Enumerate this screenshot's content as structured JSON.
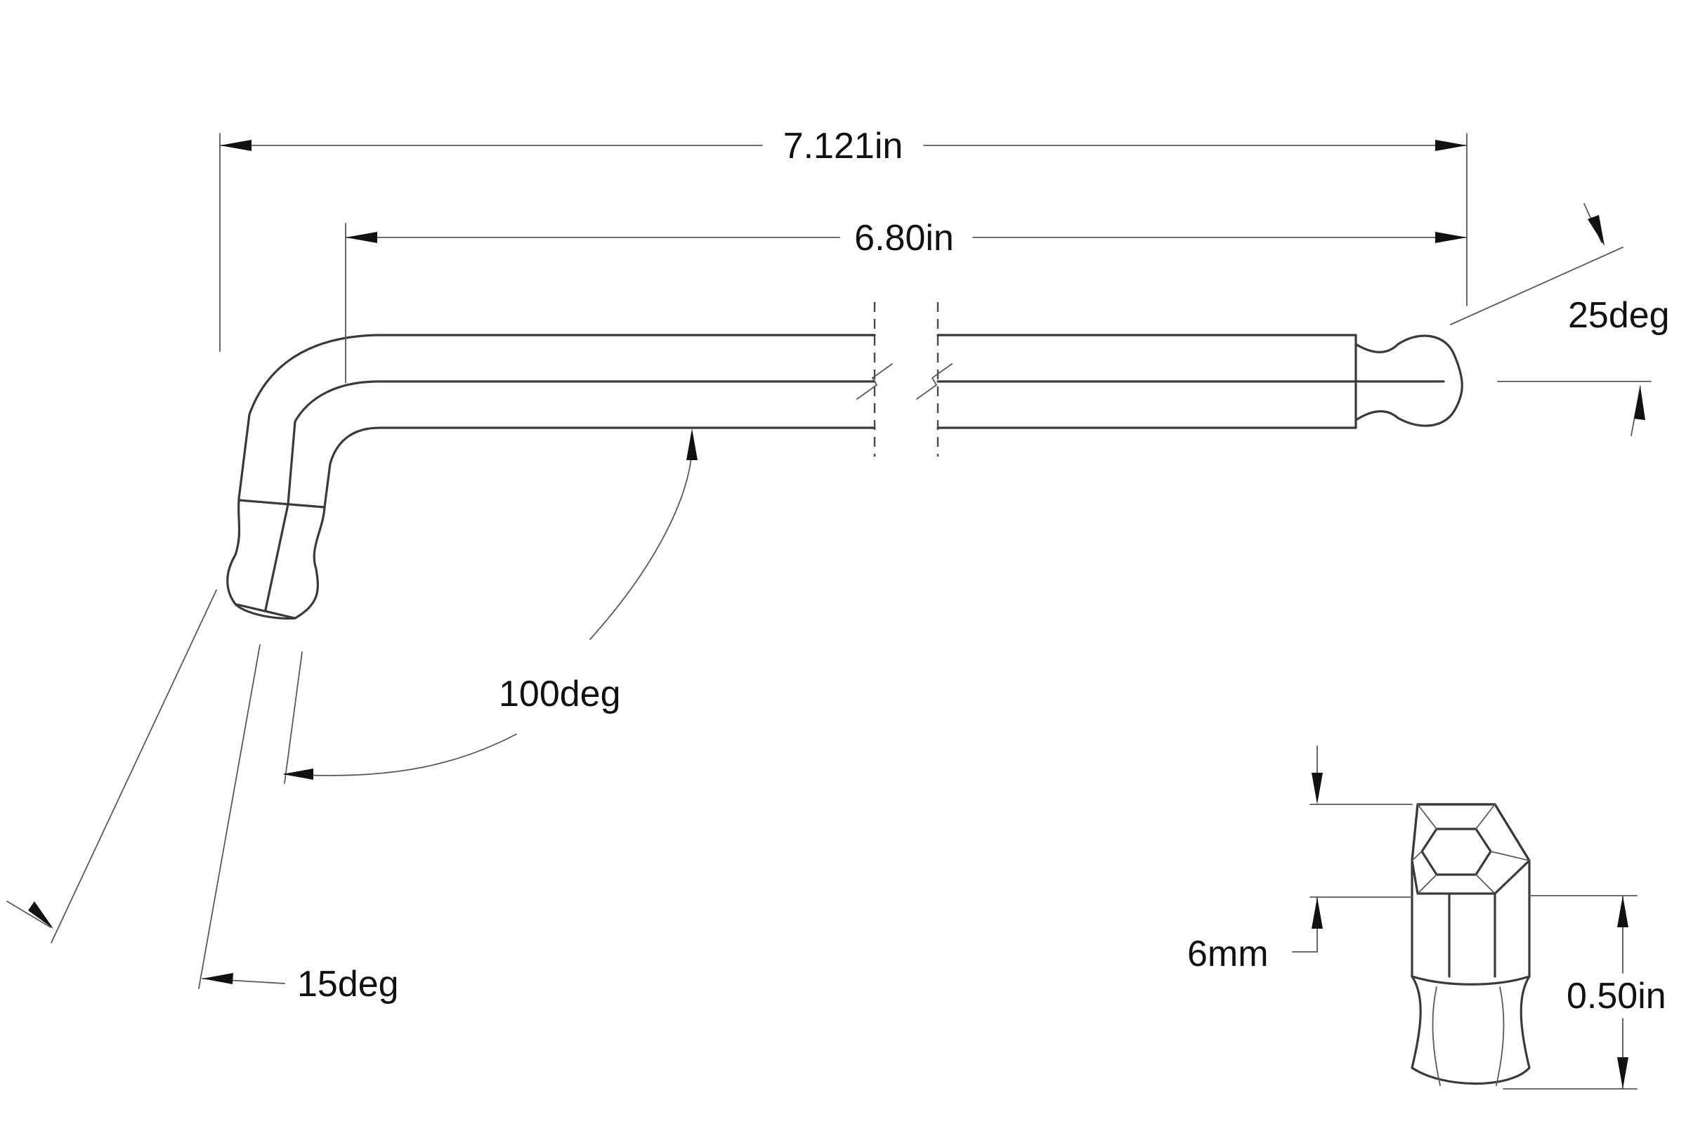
{
  "diagram": {
    "line_color": "#3a3a3a",
    "text_color": "#111111",
    "background": "#ffffff",
    "dimensions": {
      "overall_length": "7.121in",
      "long_arm_length": "6.80in",
      "ball_angle": "25deg",
      "bend_angle": "100deg",
      "short_arm_angle": "15deg",
      "hex_size": "6mm",
      "ball_length": "0.50in"
    }
  }
}
